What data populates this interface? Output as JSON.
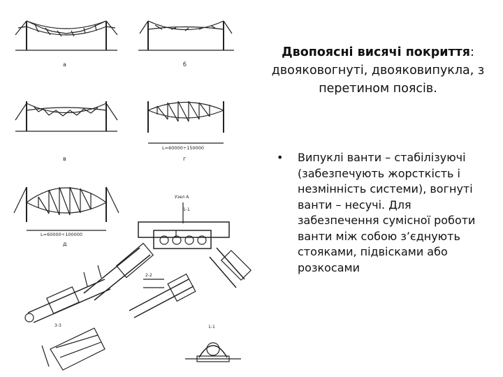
{
  "slide": {
    "title_bold": "Двопоясні висячі покриття",
    "title_rest": ": двояковогнуті, двояковипукла, з перетином поясів.",
    "bullet": "Випуклі ванти – стабілізуючі (забезпечують жорсткість і незмінність системи), вогнуті ванти – несучі. Для забезпечення сумісної роботи ванти між собою з’єднують стояками, підвісками або розкосами"
  },
  "figure": {
    "label_a": "а",
    "label_b": "б",
    "label_v": "в",
    "label_g": "г",
    "label_d": "д",
    "span_label_1": "L=60000÷100000",
    "span_label_2": "L=60000÷150000",
    "node_label": "Узел А",
    "section_11": "1-1",
    "section_22": "2-2",
    "section_33": "3-3",
    "section_14": "1-1"
  }
}
